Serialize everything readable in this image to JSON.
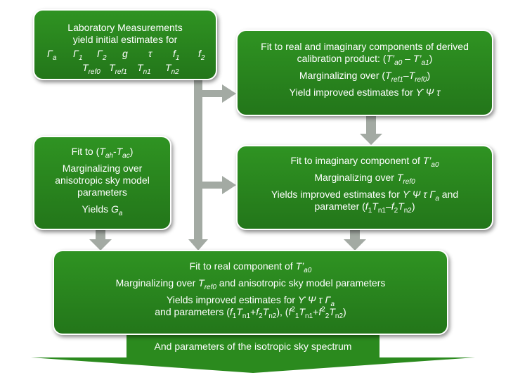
{
  "lab": {
    "line1": "Laboratory Measurements",
    "line2": "yield initial estimates for",
    "params_row1": [
      "Γ",
      "Γ",
      "Γ",
      "g",
      "τ",
      "f",
      "f"
    ],
    "params_row1_subs": [
      "a",
      "1",
      "2",
      "",
      "",
      "1",
      "2"
    ],
    "params_row2": [
      "T",
      "T",
      "T",
      "T"
    ],
    "params_row2_subs": [
      "ref0",
      "ref1",
      "n1",
      "n2"
    ]
  },
  "fit_components": {
    "line1": "Fit to real and imaginary components of derived",
    "line2_prefix": "calibration product: (",
    "t1": "T’",
    "t1_sub": "a0",
    "minus": " – ",
    "t2": "T’",
    "t2_sub": "a1",
    "line2_suffix": ")",
    "marg_prefix": "Marginalizing over (",
    "m1": "T",
    "m1_sub": "ref1",
    "m_minus": "–",
    "m2": "T",
    "m2_sub": "ref0",
    "marg_suffix": ")",
    "yield_text": "Yield improved estimates for ",
    "yield_syms": "ϒ Ψ τ"
  },
  "fit_diff": {
    "line1_prefix": "Fit to (",
    "t1": "T",
    "t1_sub": "ah",
    "dash": "-",
    "t2": "T",
    "t2_sub": "ac",
    "line1_suffix": ")",
    "line2": "Marginalizing over",
    "line3": "anisotropic sky model",
    "line4": "parameters",
    "yields": "Yields ",
    "g": "G",
    "g_sub": "a"
  },
  "fit_imag": {
    "line1": "Fit to imaginary component of ",
    "t": "T’",
    "t_sub": "a0",
    "marg": "Marginalizing over ",
    "m": "T",
    "m_sub": "ref0",
    "yields": "Yields improved estimates for ",
    "syms": "ϒ Ψ τ Γ",
    "syms_sub": "a",
    "and": " and",
    "param_prefix": "parameter (",
    "f1": "f",
    "f1_sub": "1",
    "tn1": "T",
    "tn1_sub": "n1",
    "minus": "–",
    "f2": "f",
    "f2_sub": "2",
    "tn2": "T",
    "tn2_sub": "n2",
    "param_suffix": ")"
  },
  "fit_real": {
    "line1": "Fit to real component of ",
    "t": "T’",
    "t_sub": "a0",
    "marg": "Marginalizing over ",
    "m": "T",
    "m_sub": "ref0",
    "marg_suffix": " and anisotropic sky model parameters",
    "yields": "Yields improved estimates for ",
    "syms": "ϒ Ψ τ Γ",
    "syms_sub": "a",
    "params_prefix": "and parameters (",
    "p1": "f",
    "p1_sub": "1",
    "p2": "T",
    "p2_sub": "n1",
    "plus": "+",
    "p3": "f",
    "p3_sub": "2",
    "p4": "T",
    "p4_sub": "n2",
    "mid": "), (",
    "q1": "f",
    "q1_sup": "2",
    "q1_sub": "1",
    "q2": "T",
    "q2_sub": "n1",
    "q_plus": "+",
    "q3": "f",
    "q3_sup": "2",
    "q3_sub": "2",
    "q4": "T",
    "q4_sub": "n2",
    "params_suffix": ")"
  },
  "bottom_arrow": {
    "text": "And parameters of the isotropic sky spectrum"
  },
  "colors": {
    "box_green": "#2b8a1e",
    "connector_gray": "#a3aaa3"
  }
}
